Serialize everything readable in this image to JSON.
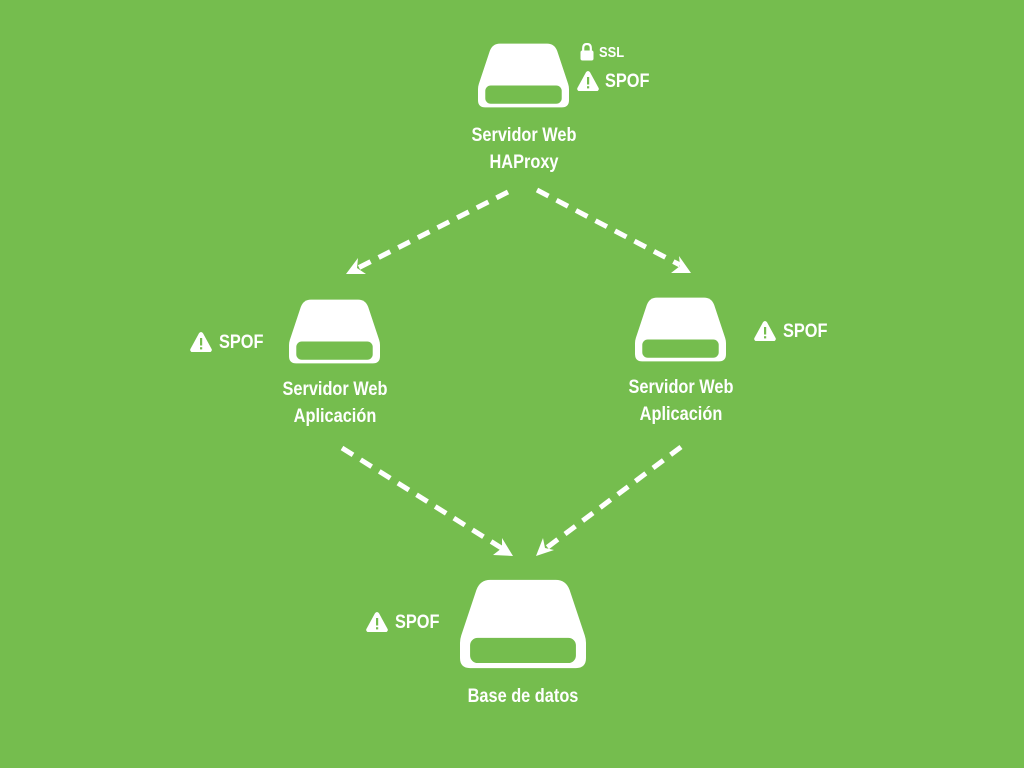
{
  "colors": {
    "background": "#75bd4e",
    "foreground": "#ffffff"
  },
  "nodes": {
    "haproxy": {
      "title": "Servidor Web",
      "subtitle": "HAProxy",
      "icon": "server-drive-icon",
      "ssl_label": "SSL",
      "spof_label": "SPOF"
    },
    "app_left": {
      "title": "Servidor Web",
      "subtitle": "Aplicación",
      "icon": "server-drive-icon",
      "spof_label": "SPOF"
    },
    "app_right": {
      "title": "Servidor Web",
      "subtitle": "Aplicación",
      "icon": "server-drive-icon",
      "spof_label": "SPOF"
    },
    "database": {
      "title": "Base de datos",
      "icon": "server-drive-icon",
      "spof_label": "SPOF"
    }
  },
  "edges": [
    {
      "from": "Servidor Web HAProxy",
      "to": "Servidor Web Aplicación (izquierda)",
      "style": "dashed"
    },
    {
      "from": "Servidor Web HAProxy",
      "to": "Servidor Web Aplicación (derecha)",
      "style": "dashed"
    },
    {
      "from": "Servidor Web Aplicación (izquierda)",
      "to": "Base de datos",
      "style": "dashed"
    },
    {
      "from": "Servidor Web Aplicación (derecha)",
      "to": "Base de datos",
      "style": "dashed"
    }
  ]
}
